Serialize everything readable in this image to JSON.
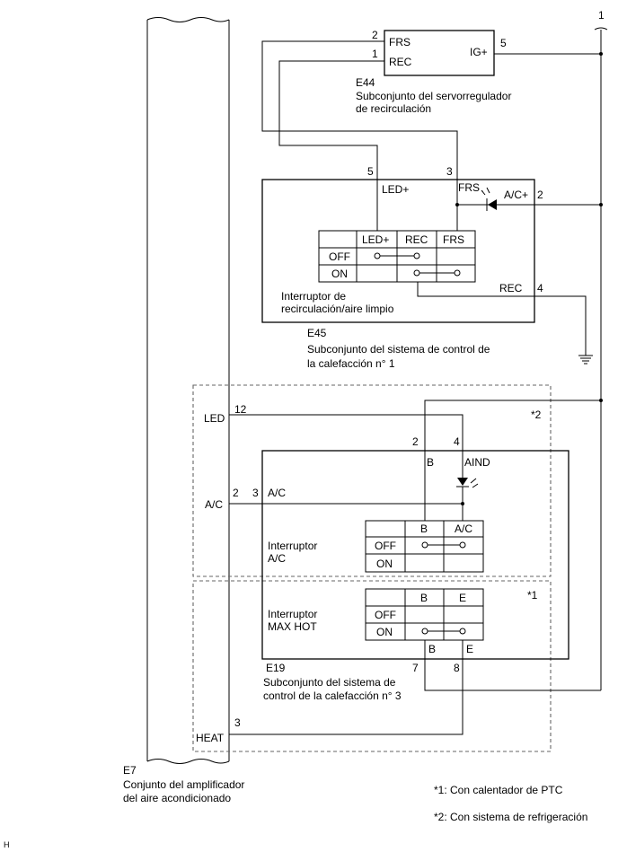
{
  "figure_code": "H",
  "connector_number": "1",
  "e7": {
    "code": "E7",
    "name_line1": "Conjunto del amplificador",
    "name_line2": "del aire acondicionado",
    "pin_led": "LED",
    "pin_led_num": "12",
    "pin_ac": "A/C",
    "pin_ac_num": "2",
    "pin_heat": "HEAT",
    "pin_heat_num": "3"
  },
  "e44": {
    "code": "E44",
    "name_line1": "Subconjunto del servorregulador",
    "name_line2": "de recirculación",
    "pin_frs": "FRS",
    "pin_frs_num": "2",
    "pin_rec": "REC",
    "pin_rec_num": "1",
    "pin_ig": "IG+",
    "pin_ig_num": "5"
  },
  "e45": {
    "code": "E45",
    "name_line1": "Subconjunto del sistema de control de",
    "name_line2": "la calefacción n° 1",
    "pin_ledp": "LED+",
    "pin_ledp_num": "5",
    "pin_frs": "FRS",
    "pin_frs_num": "3",
    "pin_acp": "A/C+",
    "pin_acp_num": "2",
    "pin_rec": "REC",
    "pin_rec_num": "4",
    "switch_label_line1": "Interruptor de",
    "switch_label_line2": "recirculación/aire limpio",
    "table": {
      "headers": [
        "LED+",
        "REC",
        "FRS"
      ],
      "rows": [
        "OFF",
        "ON"
      ]
    }
  },
  "e19": {
    "code": "E19",
    "name_line1": "Subconjunto del sistema de",
    "name_line2": "control de la calefacción n° 3",
    "pin_b_num": "2",
    "pin_aind_num": "4",
    "pin_b": "B",
    "pin_aind": "AIND",
    "pin_ac_num": "3",
    "pin_ac": "A/C",
    "pin_b2_num": "7",
    "pin_e_num": "8",
    "pin_b2": "B",
    "pin_e": "E",
    "ac_switch_line1": "Interruptor",
    "ac_switch_line2": "A/C",
    "ac_table": {
      "headers": [
        "B",
        "A/C"
      ],
      "rows": [
        "OFF",
        "ON"
      ]
    },
    "maxhot_switch_line1": "Interruptor",
    "maxhot_switch_line2": "MAX HOT",
    "maxhot_table": {
      "headers": [
        "B",
        "E"
      ],
      "rows": [
        "OFF",
        "ON"
      ]
    }
  },
  "notes": {
    "mark1": "*1",
    "mark2": "*2",
    "note1": "*1: Con calentador de PTC",
    "note2": "*2: Con sistema de refrigeración"
  }
}
